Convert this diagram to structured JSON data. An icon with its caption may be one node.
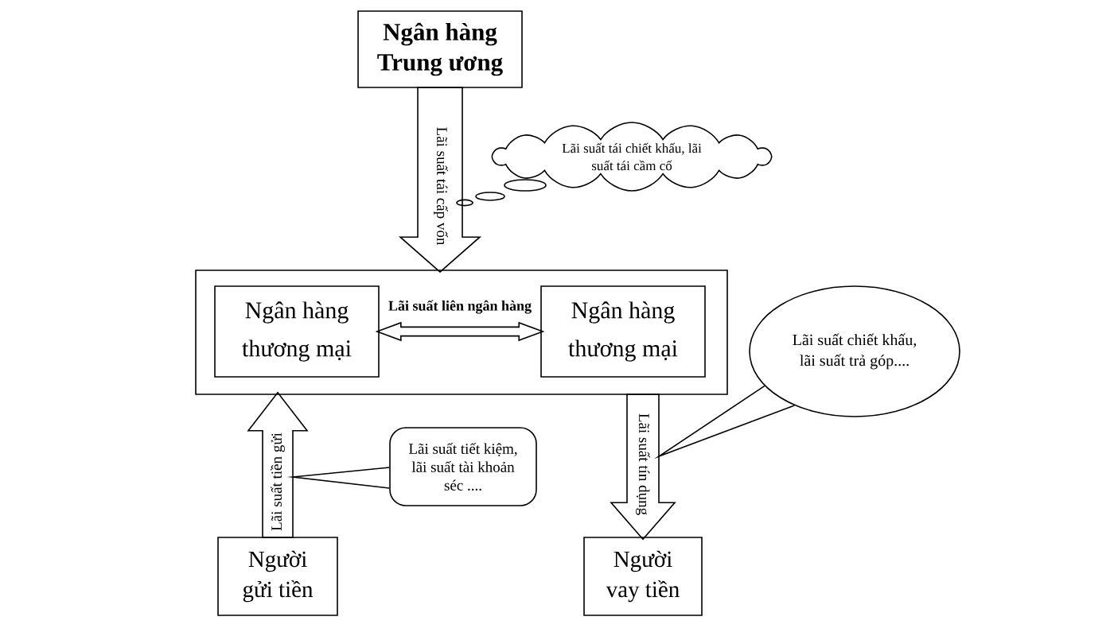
{
  "diagram": {
    "nodes": [
      {
        "text": [
          "Ngân hàng Trung ương"
        ]
      },
      {
        "text": [
          "Lãi suất tái chiết khấu, lãi suất tái cầm cố"
        ]
      },
      {
        "text": [],
        "shape": "box"
      },
      {
        "text": [
          "Ngân hàng thương mại"
        ],
        "in": 2
      },
      {
        "text": [
          "Ngân hàng thương mại"
        ],
        "in": 2
      },
      {
        "text": [
          "Lãi suất chiết khấu, lãi suất trả góp...."
        ]
      },
      {
        "text": [
          "Lãi suất tiết kiệm, lãi suất tài khoản séc ...."
        ]
      },
      {
        "text": [
          "Người gửi tiền"
        ]
      },
      {
        "text": [
          "Người vay tiền"
        ]
      }
    ],
    "edges": [
      {
        "from": 0,
        "to": 2,
        "arrow": "to",
        "label": "Lãi suất tái cấp vốn"
      },
      {
        "from": 3,
        "to": 4,
        "arrow": "both",
        "label": "Lãi suất liên ngân hàng"
      },
      {
        "from": 7,
        "to": 2,
        "arrow": "to",
        "label": "Lãi suất tiền gửi"
      },
      {
        "from": 2,
        "to": 8,
        "arrow": "to",
        "label": "Lãi suất tín dụng"
      },
      {
        "from": 6,
        "to": null,
        "arrow": "none"
      },
      {
        "from": 5,
        "to": null,
        "arrow": "none"
      }
    ]
  }
}
